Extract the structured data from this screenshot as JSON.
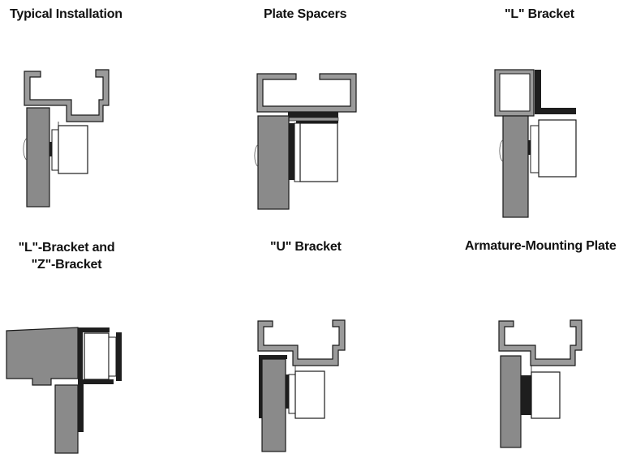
{
  "titles": {
    "typical": "Typical Installation",
    "plate_spacers": "Plate Spacers",
    "l_bracket": "\"L\" Bracket",
    "lz_line1": "\"L\"-Bracket and",
    "lz_line2": "\"Z\"-Bracket",
    "u_bracket": "\"U\" Bracket",
    "armature": "Armature-Mounting Plate"
  },
  "colors": {
    "plate_gray": "#8a8a8a",
    "bracket_gray": "#9a9a9a",
    "outline": "#1a1a1a",
    "dark": "#1e1e1e",
    "magnet_white": "#ffffff"
  }
}
